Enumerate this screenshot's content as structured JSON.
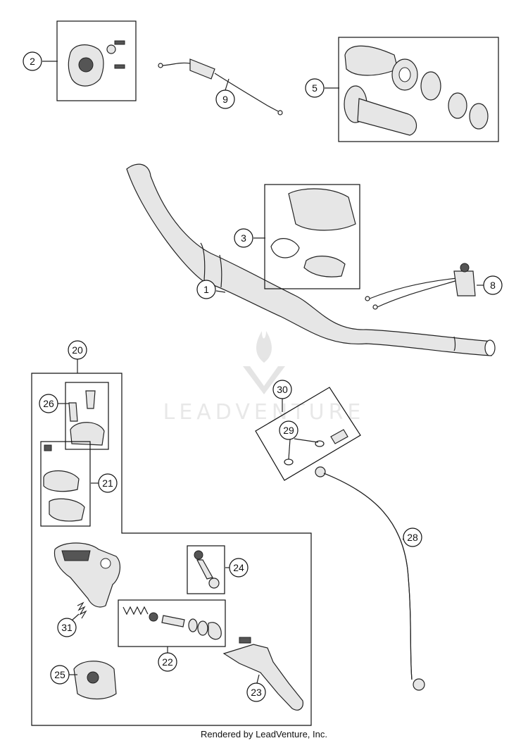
{
  "callouts": {
    "c1": "1",
    "c2": "2",
    "c3": "3",
    "c5": "5",
    "c8": "8",
    "c9": "9",
    "c20": "20",
    "c21": "21",
    "c22": "22",
    "c23": "23",
    "c24": "24",
    "c25": "25",
    "c26": "26",
    "c28": "28",
    "c29": "29",
    "c30": "30",
    "c31": "31"
  },
  "watermark": {
    "text": "LEADVENTURE"
  },
  "footer": {
    "text": "Rendered by LeadVenture, Inc."
  }
}
